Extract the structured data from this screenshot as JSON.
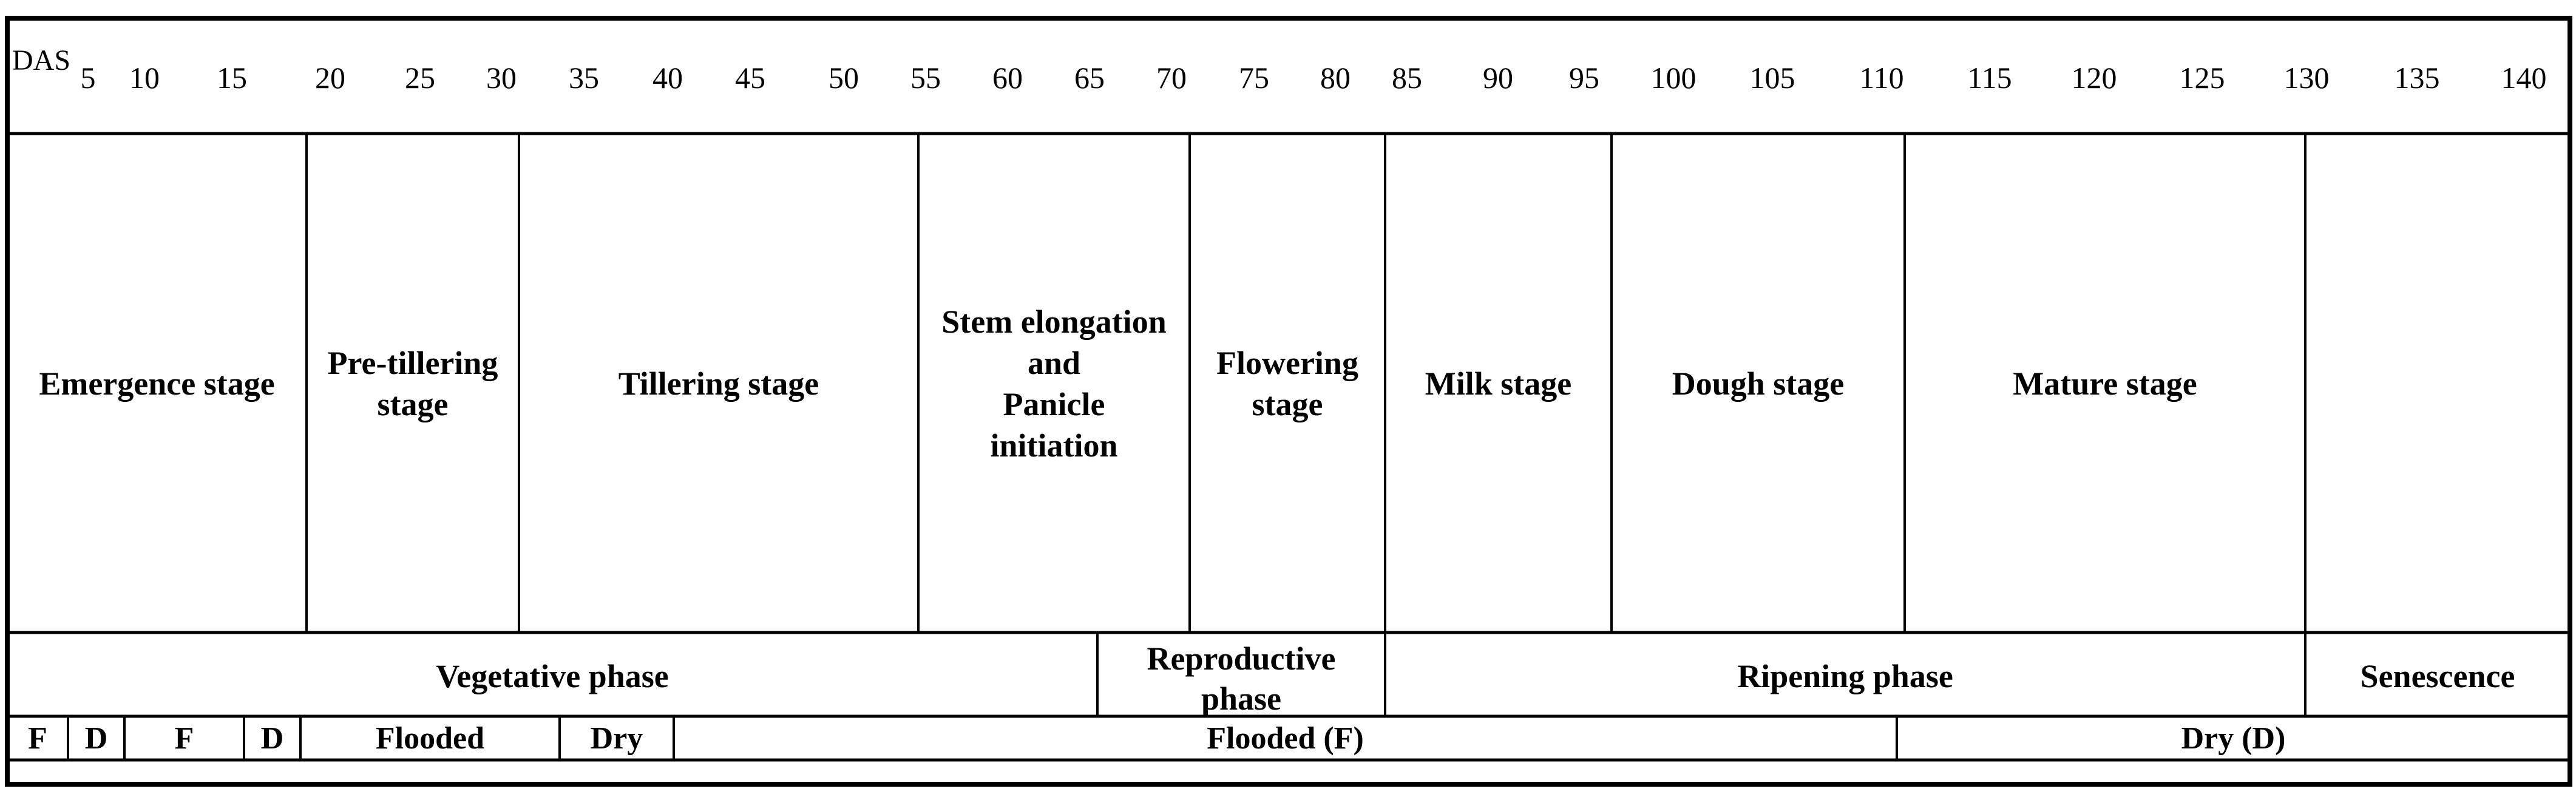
{
  "das": {
    "label": "DAS",
    "ticks": [
      "5",
      "10",
      "15",
      "20",
      "25",
      "30",
      "35",
      "40",
      "45",
      "50",
      "55",
      "60",
      "65",
      "70",
      "75",
      "80",
      "85",
      "90",
      "95",
      "100",
      "105",
      "110",
      "115",
      "120",
      "125",
      "130",
      "135",
      "140"
    ]
  },
  "stages": [
    {
      "lines": [
        "Emergence stage"
      ]
    },
    {
      "lines": [
        "Pre-tillering",
        "stage"
      ]
    },
    {
      "lines": [
        "Tillering stage"
      ]
    },
    {
      "lines": [
        "Stem elongation",
        "and",
        "Panicle",
        "initiation"
      ]
    },
    {
      "lines": [
        "Flowering",
        "stage"
      ]
    },
    {
      "lines": [
        "Milk stage"
      ]
    },
    {
      "lines": [
        "Dough stage"
      ]
    },
    {
      "lines": [
        "Mature stage"
      ]
    },
    {
      "lines": []
    }
  ],
  "phases": [
    {
      "lines": [
        "Vegetative phase"
      ]
    },
    {
      "lines": [
        "Reproductive",
        "phase"
      ]
    },
    {
      "lines": [
        "Ripening phase"
      ]
    },
    {
      "lines": [
        "Senescence"
      ]
    }
  ],
  "water": [
    {
      "label": "F"
    },
    {
      "label": "D"
    },
    {
      "label": "F"
    },
    {
      "label": "D"
    },
    {
      "label": "Flooded"
    },
    {
      "label": "Dry"
    },
    {
      "label": "Flooded (F)"
    },
    {
      "label": "Dry (D)"
    }
  ]
}
